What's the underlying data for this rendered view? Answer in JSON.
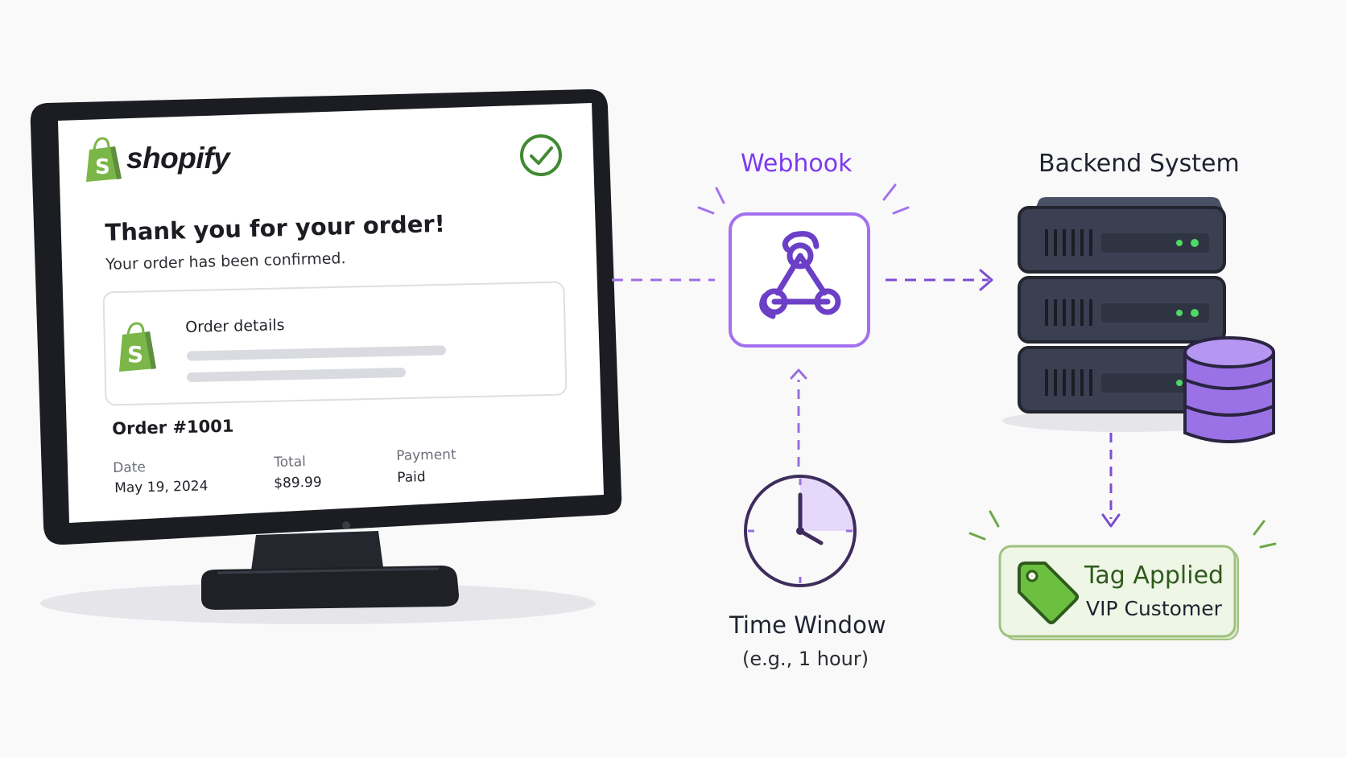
{
  "colors": {
    "purple": "#7c3aed",
    "purple_light": "#a78bfa",
    "green": "#5a9e2f",
    "green_bg": "#eef6e6",
    "server": "#3a3f52",
    "ink": "#1f2330"
  },
  "monitor": {
    "brand": "shopify",
    "heading": "Thank you for your order!",
    "subheading": "Your order has been confirmed.",
    "card_title": "Order details",
    "order_number": "Order #1001",
    "date_label": "Date",
    "date_value": "May 19, 2024",
    "total_label": "Total",
    "total_value": "$89.99",
    "payment_label": "Payment",
    "payment_value": "Paid",
    "icons": [
      "shopify-bag-icon",
      "check-circle-icon"
    ]
  },
  "webhook": {
    "label": "Webhook",
    "icon": "webhook-icon"
  },
  "backend": {
    "label": "Backend System",
    "icons": [
      "server-icon",
      "database-icon"
    ]
  },
  "time_window": {
    "label": "Time Window",
    "note": "(e.g., 1 hour)",
    "icon": "clock-icon"
  },
  "tag": {
    "title": "Tag Applied",
    "value": "VIP Customer",
    "icon": "tag-icon"
  }
}
